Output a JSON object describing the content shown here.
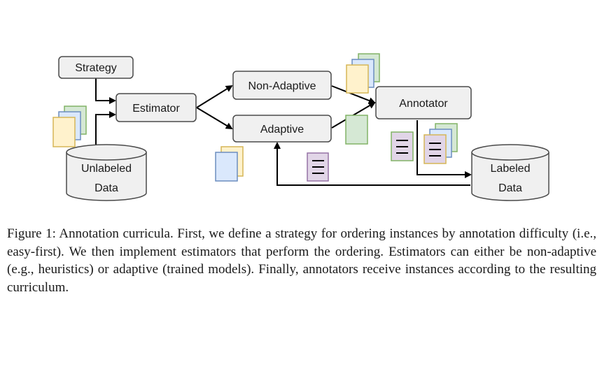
{
  "diagram": {
    "nodes": {
      "strategy": "Strategy",
      "estimator": "Estimator",
      "non_adaptive": "Non-Adaptive",
      "adaptive": "Adaptive",
      "annotator": "Annotator",
      "unlabeled_line1": "Unlabeled",
      "unlabeled_line2": "Data",
      "labeled_line1": "Labeled",
      "labeled_line2": "Data"
    },
    "colors": {
      "box_stroke": "#4a4a4a",
      "box_fill": "#f0f0f0",
      "doc_yellow_fill": "#fff2cc",
      "doc_yellow_stroke": "#d6b656",
      "doc_blue_fill": "#dae8fc",
      "doc_blue_stroke": "#6c8ebf",
      "doc_green_fill": "#d5e8d4",
      "doc_green_stroke": "#82b366",
      "doc_purple_fill": "#e1d5e7",
      "doc_purple_stroke": "#9673a6"
    }
  },
  "caption": {
    "text": "Figure 1: Annotation curricula. First, we define a strategy for ordering instances by annotation difficulty (i.e., easy-first). We then implement estimators that perform the ordering. Estimators can either be non-adaptive (e.g., heuristics) or adaptive (trained models). Finally, annotators receive instances according to the resulting curriculum."
  }
}
